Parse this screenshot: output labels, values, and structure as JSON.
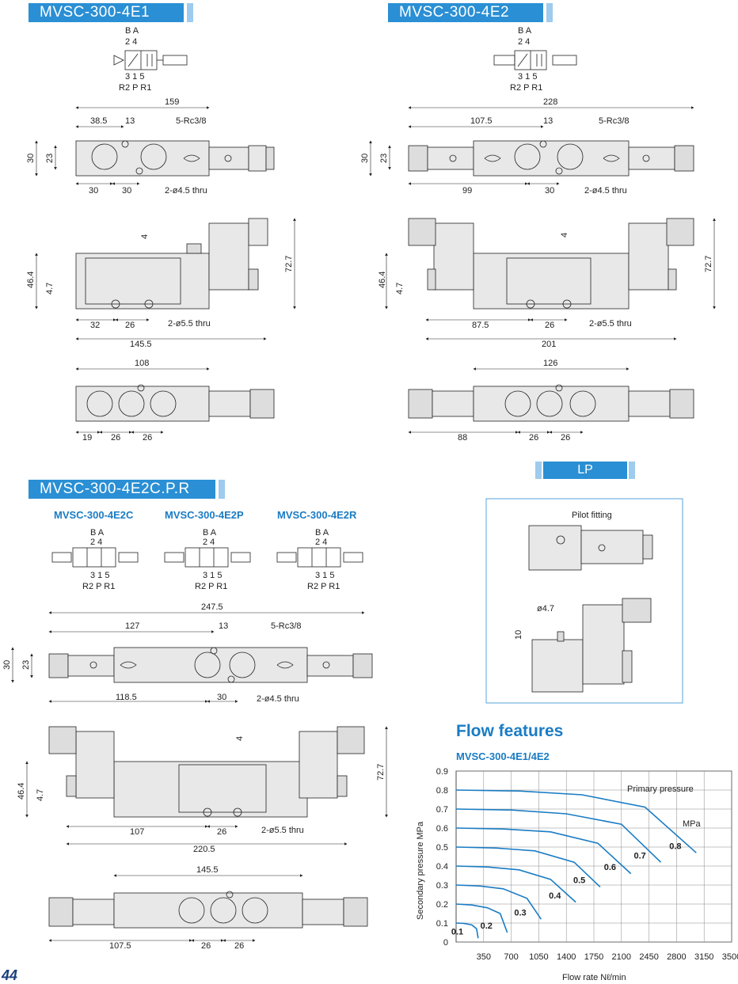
{
  "headers": {
    "e1": "MVSC-300-4E1",
    "e2": "MVSC-300-4E2",
    "ecpr": "MVSC-300-4E2C.P.R",
    "lp": "LP"
  },
  "symbol_labels": {
    "ba": "B A",
    "nums": "2 4",
    "ports": "3 1 5",
    "pnames": "R2 P R1"
  },
  "e1_dims": {
    "d159": "159",
    "d38_5": "38.5",
    "d13": "13",
    "rc": "5-Rc3/8",
    "d30v": "30",
    "d23": "23",
    "d30a": "30",
    "d30b": "30",
    "thru45": "2-ø4.5 thru",
    "d4": "4",
    "d72_7": "72.7",
    "d46_4": "46.4",
    "d4_7": "4.7",
    "d32": "32",
    "d26": "26",
    "thru55": "2-ø5.5 thru",
    "d145_5": "145.5",
    "d108": "108",
    "d19": "19",
    "d26a": "26",
    "d26b": "26"
  },
  "e2_dims": {
    "d228": "228",
    "d107_5": "107.5",
    "d13": "13",
    "rc": "5-Rc3/8",
    "d30v": "30",
    "d23": "23",
    "d99": "99",
    "d30": "30",
    "thru45": "2-ø4.5 thru",
    "d4": "4",
    "d72_7": "72.7",
    "d46_4": "46.4",
    "d4_7": "4.7",
    "d87_5": "87.5",
    "d26": "26",
    "thru55": "2-ø5.5 thru",
    "d201": "201",
    "d126": "126",
    "d88": "88",
    "d26a": "26",
    "d26b": "26"
  },
  "cpr": {
    "c_label": "MVSC-300-4E2C",
    "p_label": "MVSC-300-4E2P",
    "r_label": "MVSC-300-4E2R",
    "d247_5": "247.5",
    "d127": "127",
    "d13": "13",
    "rc": "5-Rc3/8",
    "d30v": "30",
    "d23": "23",
    "d118_5": "118.5",
    "d30": "30",
    "thru45": "2-ø4.5 thru",
    "d4": "4",
    "d72_7": "72.7",
    "d46_4": "46.4",
    "d4_7": "4.7",
    "d107": "107",
    "d26": "26",
    "thru55": "2-ø5.5 thru",
    "d220_5": "220.5",
    "d145_5": "145.5",
    "d107_5": "107.5",
    "d26a": "26",
    "d26b": "26"
  },
  "lp_box": {
    "pilot": "Pilot fitting",
    "d4_7": "ø4.7",
    "d10": "10"
  },
  "flow": {
    "title": "Flow features",
    "subtitle": "MVSC-300-4E1/4E2"
  },
  "chart_data": {
    "type": "line",
    "title": "MVSC-300-4E1/4E2",
    "xlabel": "Flow rate  Nℓ/min",
    "ylabel": "Secondary pressure  MPa",
    "xticks": [
      350,
      700,
      1050,
      1400,
      1750,
      2100,
      2450,
      2800,
      3150,
      3500
    ],
    "yticks": [
      0,
      0.1,
      0.2,
      0.3,
      0.4,
      0.5,
      0.6,
      0.7,
      0.8,
      0.9
    ],
    "xlim": [
      0,
      3500
    ],
    "ylim": [
      0,
      0.9
    ],
    "annotation": "Primary pressure",
    "unit_label": "MPa",
    "series": [
      {
        "name": "0.1",
        "x": [
          0,
          100,
          200,
          260,
          280
        ],
        "y": [
          0.1,
          0.098,
          0.09,
          0.07,
          0.02
        ]
      },
      {
        "name": "0.2",
        "x": [
          0,
          200,
          400,
          560,
          650
        ],
        "y": [
          0.2,
          0.195,
          0.18,
          0.15,
          0.05
        ]
      },
      {
        "name": "0.3",
        "x": [
          0,
          300,
          600,
          900,
          1080
        ],
        "y": [
          0.3,
          0.295,
          0.28,
          0.23,
          0.12
        ]
      },
      {
        "name": "0.4",
        "x": [
          0,
          400,
          800,
          1200,
          1520
        ],
        "y": [
          0.4,
          0.395,
          0.38,
          0.33,
          0.21
        ]
      },
      {
        "name": "0.5",
        "x": [
          0,
          500,
          1000,
          1500,
          1830
        ],
        "y": [
          0.5,
          0.495,
          0.48,
          0.42,
          0.29
        ]
      },
      {
        "name": "0.6",
        "x": [
          0,
          600,
          1200,
          1800,
          2220
        ],
        "y": [
          0.6,
          0.595,
          0.58,
          0.52,
          0.36
        ]
      },
      {
        "name": "0.7",
        "x": [
          0,
          700,
          1400,
          2100,
          2600
        ],
        "y": [
          0.7,
          0.695,
          0.675,
          0.62,
          0.42
        ]
      },
      {
        "name": "0.8",
        "x": [
          0,
          800,
          1600,
          2400,
          3050
        ],
        "y": [
          0.8,
          0.795,
          0.775,
          0.71,
          0.47
        ]
      }
    ],
    "grid": true,
    "color": "#1a7cc4"
  },
  "page_number": "44"
}
